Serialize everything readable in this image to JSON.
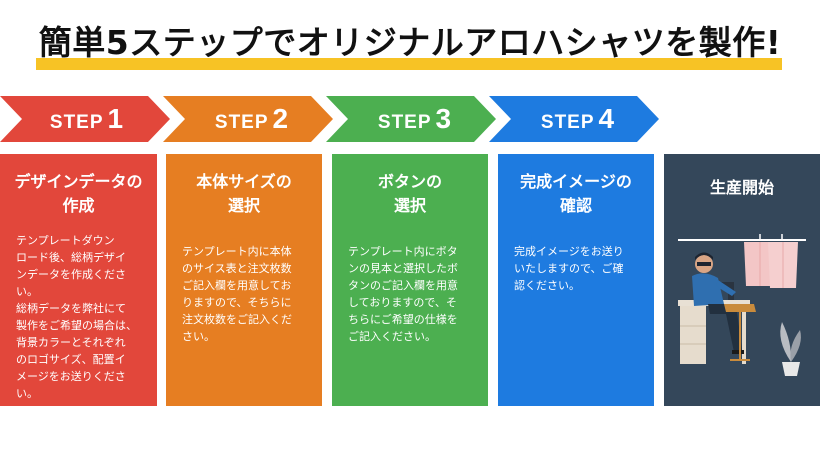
{
  "title": "簡単5ステップでオリジナルアロハシャツを製作!",
  "steps": [
    {
      "step_word": "STEP",
      "number": "1",
      "color": "#e2473b",
      "title": "デザインデータの\n作成",
      "body": "テンプレートダウン\nロード後、総柄デザイ\nンデータを作成くださ\nい。\n総柄データを弊社にて\n製作をご希望の場合は、\n背景カラーとそれぞれ\nのロゴサイズ、配置イ\nメージをお送りくださ\nい。"
    },
    {
      "step_word": "STEP",
      "number": "2",
      "color": "#e67e22",
      "title": "本体サイズの\n選択",
      "body": "テンプレート内に本体\nのサイス表と注文枚数\nご記入欄を用意してお\nりますので、そちらに\n注文枚数をご記入くだ\nさい。"
    },
    {
      "step_word": "STEP",
      "number": "3",
      "color": "#4caf50",
      "title": "ボタンの\n選択",
      "body": "テンプレート内にボタ\nンの見本と選択したボ\nタンのご記入欄を用意\nしておりますので、そ\nちらにご希望の仕様を\nご記入ください。"
    },
    {
      "step_word": "STEP",
      "number": "4",
      "color": "#1e7be0",
      "title": "完成イメージの\n確認",
      "body": "完成イメージをお送り\nいたしますので、ご確\n認ください。"
    }
  ],
  "final": {
    "title": "生産開始",
    "color": "#34475a"
  }
}
